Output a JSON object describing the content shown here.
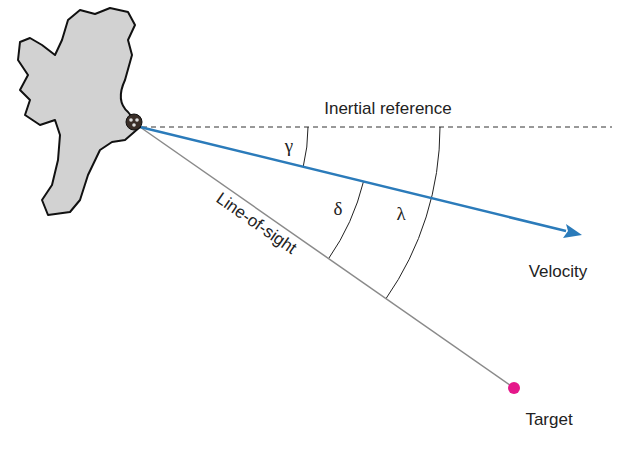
{
  "diagram": {
    "labels": [
      "Inertial reference",
      "γ",
      "δ",
      "λ",
      "Velocity",
      "Line-of-sight",
      "Target"
    ]
  }
}
